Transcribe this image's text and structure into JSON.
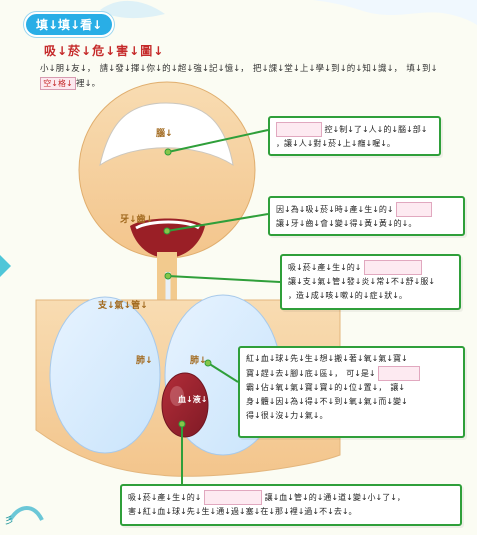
{
  "header": {
    "badge": "填↓填↓看↓"
  },
  "intro": {
    "title": "吸↓菸↓危↓害↓圖↓",
    "text_before": "小↓朋↓友↓，　請↓發↓揮↓你↓的↓超↓強↓記↓憶↓，　把↓課↓堂↓上↓學↓到↓的↓知↓識↓，　填↓到↓",
    "answer_box": "空↓格↓",
    "text_after": "裡↓。"
  },
  "labels": {
    "brain": "腦↓",
    "teeth": "牙↓齒↓",
    "trachea": "支↓氣↓管↓",
    "lung_left": "肺↓",
    "lung_right": "肺↓",
    "blood": "血↓液↓"
  },
  "boxes": {
    "brain": {
      "line1": "控↓制↓了↓人↓的↓腦↓部↓",
      "line2": "，讓↓人↓對↓菸↓上↓癮↓喔↓。"
    },
    "teeth": {
      "line1": "因↓為↓吸↓菸↓時↓產↓生↓的↓",
      "line2": "讓↓牙↓齒↓會↓變↓得↓黃↓黃↓的↓。"
    },
    "trachea": {
      "line1": "吸↓菸↓產↓生↓的↓",
      "line2": "讓↓支↓氣↓管↓發↓炎↓常↓不↓舒↓服↓",
      "line3": "，造↓成↓咳↓嗽↓的↓症↓狀↓。"
    },
    "lung": {
      "line1": "紅↓血↓球↓先↓生↓想↓搬↓著↓氧↓氣↓寶↓",
      "line2": "寶↓趕↓去↓腳↓底↓區↓，　可↓是↓",
      "line3": "霸↓佔↓氧↓氣↓寶↓寶↓的↓位↓置↓，　讓↓",
      "line4": "身↓體↓因↓為↓得↓不↓到↓氧↓氣↓而↓變↓",
      "line5": "得↓很↓沒↓力↓氣↓。"
    },
    "blood": {
      "line1": "吸↓菸↓產↓生↓的↓",
      "line2": "讓↓血↓管↓的↓通↓道↓變↓小↓了↓，",
      "line3": "害↓紅↓血↓球↓先↓生↓通↓過↓塞↓在↓那↓裡↓過↓不↓去↓。"
    }
  },
  "footer": {
    "mark": "彡"
  },
  "colors": {
    "brand": "#29aee6",
    "box_border": "#2f9f3a",
    "blank_fill": "#fde9ef",
    "body": "#f7d6aa",
    "title": "#c52a2a"
  }
}
